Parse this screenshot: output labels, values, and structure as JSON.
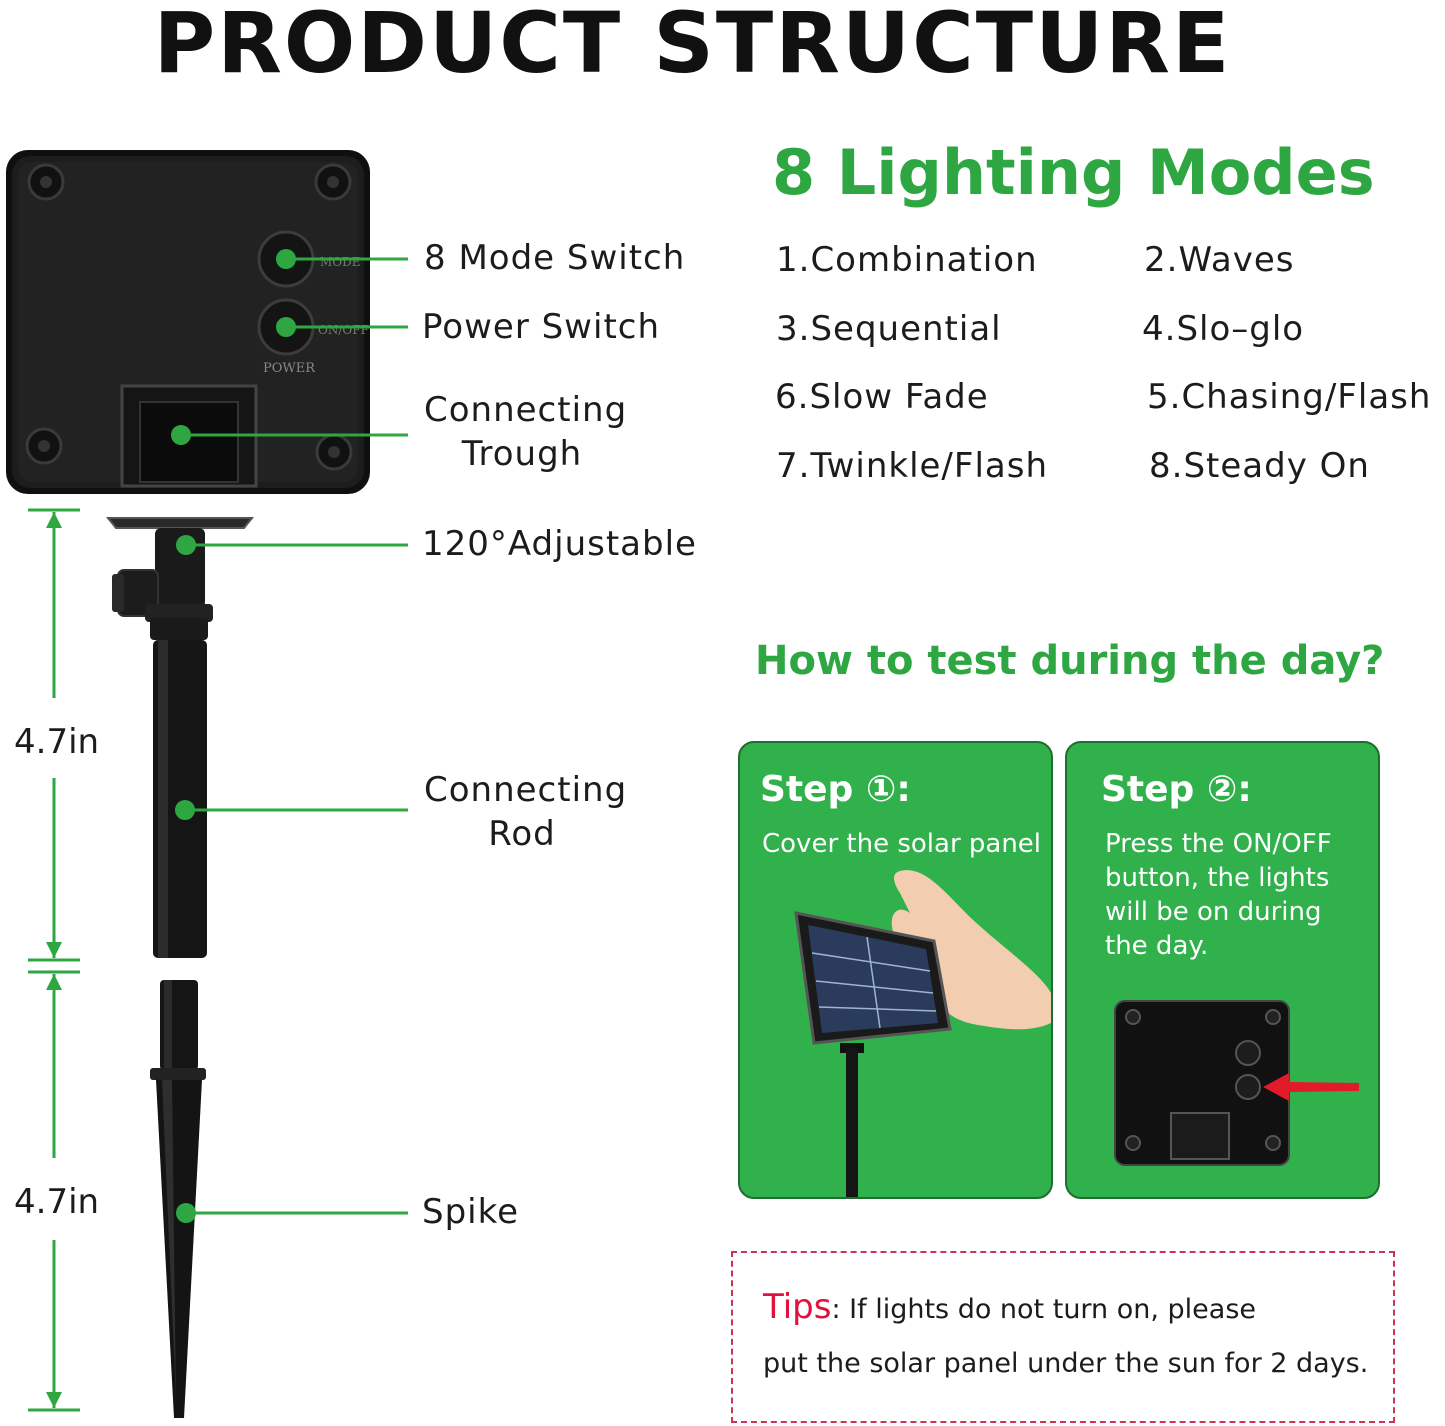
{
  "title": "PRODUCT STRUCTURE",
  "parts": {
    "mode_switch": "8 Mode Switch",
    "power_switch": "Power Switch",
    "trough_line1": "Connecting",
    "trough_line2": "Trough",
    "adjustable": "120°Adjustable",
    "rod_line1": "Connecting",
    "rod_line2": "Rod",
    "spike": "Spike"
  },
  "device_labels": {
    "mode": "MODE",
    "onoff": "ON/OFF",
    "power": "POWER"
  },
  "dimensions": {
    "upper": "4.7in",
    "lower": "4.7in"
  },
  "modes": {
    "title": "8 Lighting Modes",
    "items": [
      "1.Combination",
      "2.Waves",
      "3.Sequential",
      "4.Slo–glo",
      "6.Slow Fade",
      "5.Chasing/Flash",
      "7.Twinkle/Flash",
      "8.Steady On"
    ]
  },
  "test": {
    "title": "How to test during the day?",
    "step1_title": "Step ①:",
    "step1_text": "Cover the solar panel",
    "step2_title": "Step ②:",
    "step2_text": "Press the ON/OFF button, the lights will be on during the day."
  },
  "tips": {
    "label": "Tips",
    "line1": ": If lights do not turn on, please",
    "line2": "put the solar panel under the sun for 2 days."
  },
  "colors": {
    "accent_green": "#2ea743",
    "card_green": "#30b14c",
    "tips_red": "#e0113a",
    "device_black": "#1a1a1a"
  }
}
